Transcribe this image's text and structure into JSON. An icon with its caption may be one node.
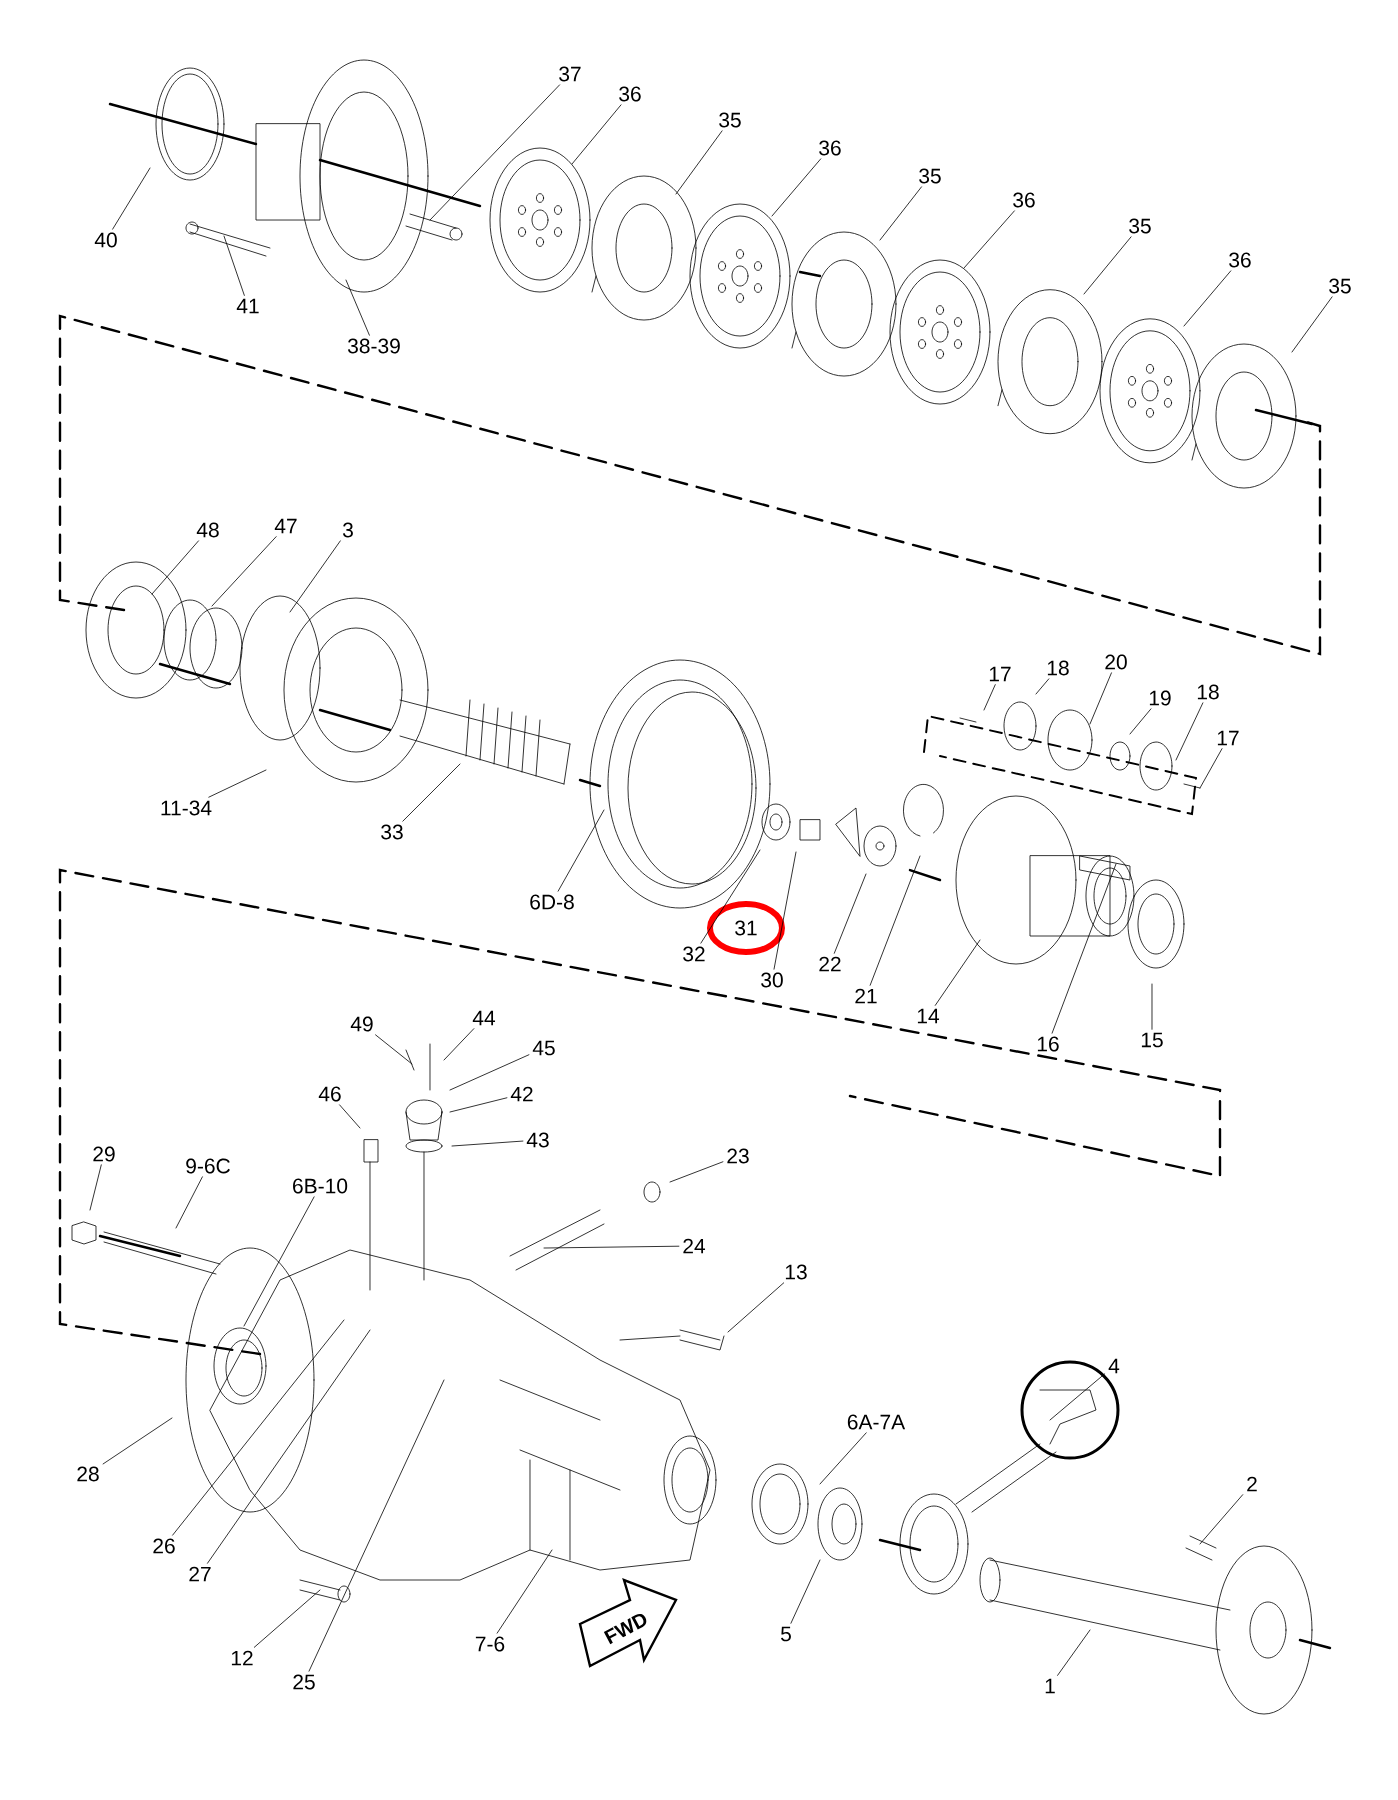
{
  "diagram": {
    "nodes": [
      {
        "text": [
          "37"
        ]
      },
      {
        "text": [
          "36"
        ]
      },
      {
        "text": [
          "35"
        ]
      },
      {
        "text": [
          "36"
        ]
      },
      {
        "text": [
          "35"
        ]
      },
      {
        "text": [
          "36"
        ]
      },
      {
        "text": [
          "35"
        ]
      },
      {
        "text": [
          "36"
        ]
      },
      {
        "text": [
          "35"
        ]
      },
      {
        "text": [
          "40"
        ]
      },
      {
        "text": [
          "41"
        ]
      },
      {
        "text": [
          "38-39"
        ]
      },
      {
        "text": [
          "48"
        ]
      },
      {
        "text": [
          "47"
        ]
      },
      {
        "text": [
          "3"
        ]
      },
      {
        "text": [
          "17"
        ]
      },
      {
        "text": [
          "18"
        ]
      },
      {
        "text": [
          "20"
        ]
      },
      {
        "text": [
          "19"
        ]
      },
      {
        "text": [
          "18"
        ]
      },
      {
        "text": [
          "17"
        ]
      },
      {
        "text": [
          "11-34"
        ]
      },
      {
        "text": [
          "33"
        ]
      },
      {
        "text": [
          "6D-8"
        ]
      },
      {
        "text": [
          "31"
        ]
      },
      {
        "text": [
          "32"
        ]
      },
      {
        "text": [
          "22"
        ]
      },
      {
        "text": [
          "30"
        ]
      },
      {
        "text": [
          "21"
        ]
      },
      {
        "text": [
          "14"
        ]
      },
      {
        "text": [
          "16"
        ]
      },
      {
        "text": [
          "15"
        ]
      },
      {
        "text": [
          "49"
        ]
      },
      {
        "text": [
          "44"
        ]
      },
      {
        "text": [
          "45"
        ]
      },
      {
        "text": [
          "46"
        ]
      },
      {
        "text": [
          "42"
        ]
      },
      {
        "text": [
          "43"
        ]
      },
      {
        "text": [
          "29"
        ]
      },
      {
        "text": [
          "9-6C"
        ]
      },
      {
        "text": [
          "23"
        ]
      },
      {
        "text": [
          "6B-10"
        ]
      },
      {
        "text": [
          "24"
        ]
      },
      {
        "text": [
          "13"
        ]
      },
      {
        "text": [
          "4"
        ]
      },
      {
        "text": [
          "6A-7A"
        ]
      },
      {
        "text": [
          "28"
        ]
      },
      {
        "text": [
          "2"
        ]
      },
      {
        "text": [
          "26"
        ]
      },
      {
        "text": [
          "27"
        ]
      },
      {
        "text": [
          "5"
        ]
      },
      {
        "text": [
          "7-6"
        ]
      },
      {
        "text": [
          "12"
        ]
      },
      {
        "text": [
          "1"
        ]
      },
      {
        "text": [
          "25"
        ]
      }
    ],
    "edges": [
      {
        "from": 0,
        "to": null,
        "arrow": "none"
      },
      {
        "from": 1,
        "to": null,
        "arrow": "none"
      },
      {
        "from": 2,
        "to": null,
        "arrow": "none"
      },
      {
        "from": 3,
        "to": null,
        "arrow": "none"
      },
      {
        "from": 4,
        "to": null,
        "arrow": "none"
      },
      {
        "from": 5,
        "to": null,
        "arrow": "none"
      },
      {
        "from": 6,
        "to": null,
        "arrow": "none"
      },
      {
        "from": 7,
        "to": null,
        "arrow": "none"
      },
      {
        "from": 8,
        "to": null,
        "arrow": "none"
      },
      {
        "from": 9,
        "to": null,
        "arrow": "none"
      },
      {
        "from": 10,
        "to": null,
        "arrow": "none"
      },
      {
        "from": 11,
        "to": null,
        "arrow": "none"
      },
      {
        "from": 12,
        "to": null,
        "arrow": "none"
      },
      {
        "from": 13,
        "to": null,
        "arrow": "none"
      },
      {
        "from": 14,
        "to": null,
        "arrow": "none"
      },
      {
        "from": 15,
        "to": null,
        "arrow": "none"
      },
      {
        "from": 16,
        "to": null,
        "arrow": "none"
      },
      {
        "from": 17,
        "to": null,
        "arrow": "none"
      },
      {
        "from": 18,
        "to": null,
        "arrow": "none"
      },
      {
        "from": 19,
        "to": null,
        "arrow": "none"
      },
      {
        "from": 20,
        "to": null,
        "arrow": "none"
      },
      {
        "from": 21,
        "to": null,
        "arrow": "none"
      },
      {
        "from": 22,
        "to": null,
        "arrow": "none"
      },
      {
        "from": 23,
        "to": null,
        "arrow": "none"
      },
      {
        "from": 25,
        "to": null,
        "arrow": "none"
      },
      {
        "from": 26,
        "to": null,
        "arrow": "none"
      },
      {
        "from": 27,
        "to": null,
        "arrow": "none"
      },
      {
        "from": 28,
        "to": null,
        "arrow": "none"
      },
      {
        "from": 29,
        "to": null,
        "arrow": "none"
      },
      {
        "from": 30,
        "to": null,
        "arrow": "none"
      },
      {
        "from": 31,
        "to": null,
        "arrow": "none"
      },
      {
        "from": 32,
        "to": null,
        "arrow": "none"
      },
      {
        "from": 33,
        "to": null,
        "arrow": "none"
      },
      {
        "from": 34,
        "to": null,
        "arrow": "none"
      },
      {
        "from": 35,
        "to": null,
        "arrow": "none"
      },
      {
        "from": 36,
        "to": null,
        "arrow": "none"
      },
      {
        "from": 37,
        "to": null,
        "arrow": "none"
      },
      {
        "from": 38,
        "to": null,
        "arrow": "none"
      },
      {
        "from": 39,
        "to": null,
        "arrow": "none"
      },
      {
        "from": 40,
        "to": null,
        "arrow": "none"
      },
      {
        "from": 41,
        "to": null,
        "arrow": "none"
      },
      {
        "from": 42,
        "to": null,
        "arrow": "none"
      },
      {
        "from": 43,
        "to": null,
        "arrow": "none"
      },
      {
        "from": 44,
        "to": null,
        "arrow": "none"
      },
      {
        "from": 45,
        "to": null,
        "arrow": "none"
      },
      {
        "from": 46,
        "to": null,
        "arrow": "none"
      },
      {
        "from": 47,
        "to": null,
        "arrow": "none"
      },
      {
        "from": 48,
        "to": null,
        "arrow": "none"
      },
      {
        "from": 49,
        "to": null,
        "arrow": "none"
      },
      {
        "from": 50,
        "to": null,
        "arrow": "none"
      },
      {
        "from": 51,
        "to": null,
        "arrow": "none"
      },
      {
        "from": 52,
        "to": null,
        "arrow": "none"
      },
      {
        "from": 53,
        "to": null,
        "arrow": "none"
      },
      {
        "from": 54,
        "to": null,
        "arrow": "none"
      }
    ],
    "labels": [
      "FWD"
    ]
  }
}
